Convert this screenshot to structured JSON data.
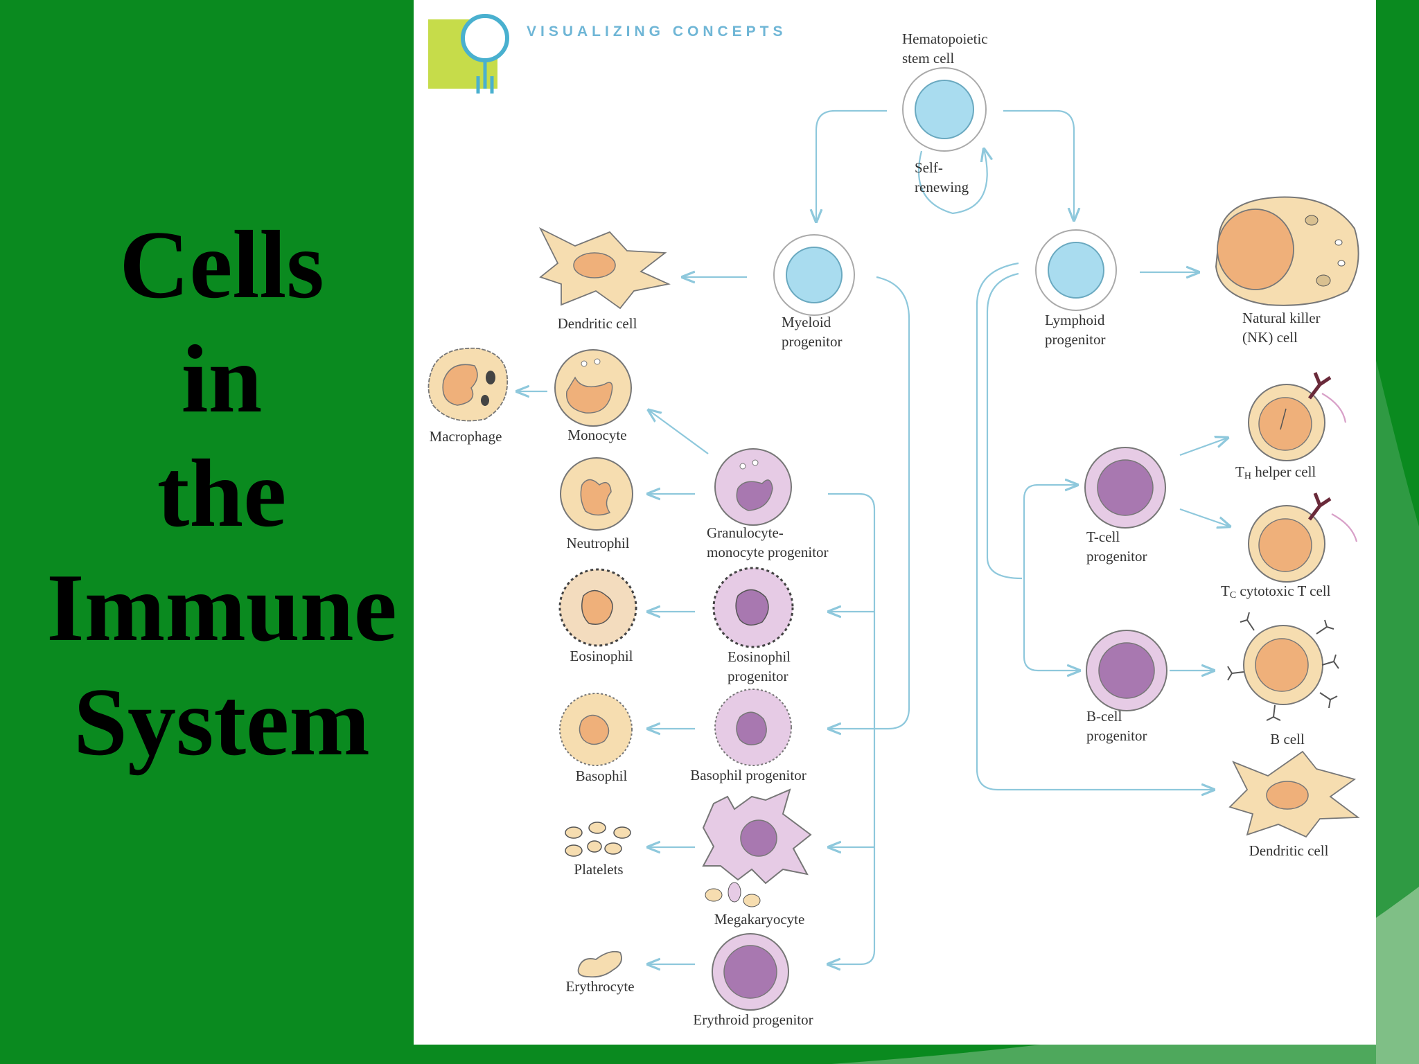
{
  "slide": {
    "title_lines": [
      "Cells",
      "in",
      "the",
      "Immune",
      " System"
    ],
    "background_color": "#0a8a1f"
  },
  "figure": {
    "header": "VISUALIZING CONCEPTS",
    "labels": {
      "hsc": [
        "Hematopoietic",
        "stem cell"
      ],
      "self_renewing": [
        "Self-",
        "renewing"
      ],
      "myeloid": [
        "Myeloid",
        "progenitor"
      ],
      "lymphoid": [
        "Lymphoid",
        "progenitor"
      ],
      "dendritic_left": "Dendritic cell",
      "nk": [
        "Natural killer",
        "(NK) cell"
      ],
      "macrophage": "Macrophage",
      "monocyte": "Monocyte",
      "neutrophil": "Neutrophil",
      "gm_prog": [
        "Granulocyte-",
        "monocyte progenitor"
      ],
      "eosinophil": "Eosinophil",
      "eos_prog": [
        "Eosinophil",
        "progenitor"
      ],
      "basophil": "Basophil",
      "baso_prog": "Basophil progenitor",
      "platelets": "Platelets",
      "megakaryocyte": "Megakaryocyte",
      "erythrocyte": "Erythrocyte",
      "erythroid_prog": "Erythroid progenitor",
      "th_main": "T",
      "th_sub": "H",
      "th_rest": " helper cell",
      "tc_main": "T",
      "tc_sub": "C",
      "tc_rest": " cytotoxic T cell",
      "tcell_prog": [
        "T-cell",
        "progenitor"
      ],
      "bcell_prog": [
        "B-cell",
        "progenitor"
      ],
      "bcell": "B cell",
      "dendritic_right": "Dendritic cell"
    },
    "colors": {
      "arrow": "#8ec8dc",
      "stem_cell": "#a9dcef",
      "progenitor_purple": "#cfa9d2",
      "nucleus_purple": "#a878b0",
      "mature_cell": "#f6ddb0",
      "nucleus_orange": "#efb07a"
    }
  }
}
